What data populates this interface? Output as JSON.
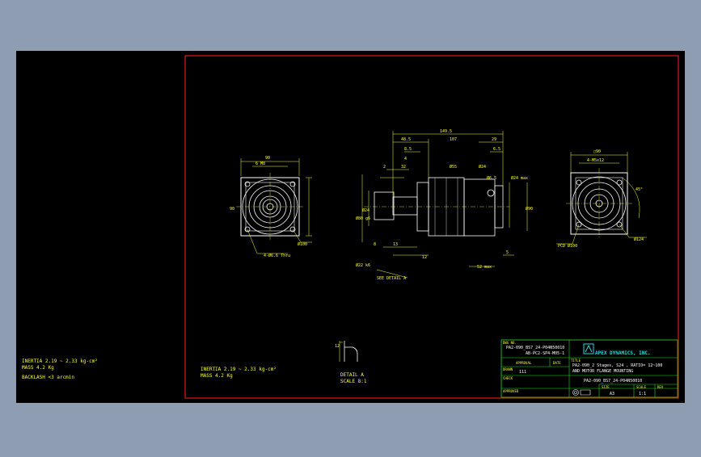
{
  "left_notes": {
    "inertia": "INERTIA 2.19 ~ 2.33 kg-cm²",
    "mass": "MASS 4.2 Kg",
    "backlash": "BACKLASH <3 arcmin"
  },
  "center_notes": {
    "inertia": "INERTIA 2.19 ~ 2.33 kg-cm²",
    "mass": "MASS 4.2 Kg"
  },
  "detail": {
    "dim": "12",
    "title": "DETAIL A",
    "scale": "SCALE 8:1"
  },
  "front_view": {
    "width": "90",
    "holes": "6 M8",
    "height": "90",
    "diameter": "Ø100",
    "thru": "4-Ø6.6 Thru"
  },
  "side_view": {
    "overall": "149.5",
    "d1": "48.5",
    "d2": "107",
    "d3": "29",
    "d4": "8.5",
    "d5": "6.5",
    "d6": "2",
    "d7": "4",
    "d8": "32",
    "d9": "8",
    "d10": "13",
    "d11": "12",
    "d12": "5",
    "d13": "52 max",
    "d14": "Ø55",
    "d15": "Ø24",
    "d16": "Ø80 g6",
    "d17": "Ø24",
    "d18": "Ø22 k6",
    "d19": "Ø24 max",
    "d20": "Ø90",
    "d21": "Ø6.5",
    "see_detail": "SEE DETAIL A"
  },
  "rear_view": {
    "square": "□90",
    "holes": "4-M5x12",
    "angle": "45°",
    "pcd": "PCD Ø100",
    "diameter": "Ø124"
  },
  "title_block": {
    "dwg_label": "DWG NO.",
    "dwg_no": "PA2-090_BS7_24-P04N50010",
    "ab_code": "AB-PC2-SP4-M05-1",
    "approval": "APPROVAL",
    "date_label": "DATE",
    "drawn_label": "DRAWN",
    "drawn": "111",
    "check_label": "CHECK",
    "company": "APEX DYNAMICS, INC.",
    "title_label": "TITLE",
    "title1": "PA2-090_2 Stages, S24 , RATIO= 12~100",
    "title2": "AND MOTOR FLANGE MOUNTING",
    "title3": "PA2-090_BS7_24-P04N50010",
    "approved_label": "APPROVED",
    "size_label": "SIZE",
    "size": "A3",
    "scale_label": "SCALE",
    "scale": "1:1",
    "rev_label": "REV"
  }
}
